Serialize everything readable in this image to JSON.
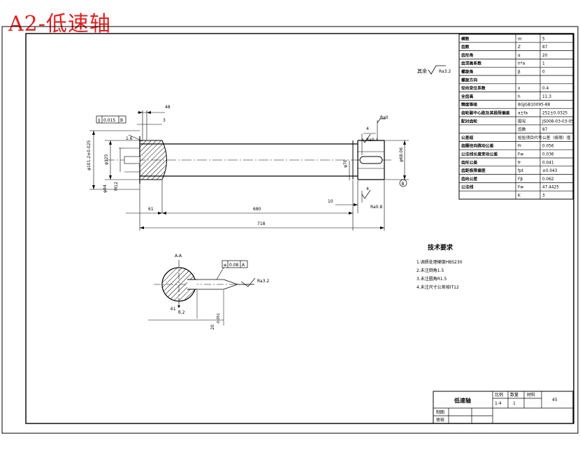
{
  "title": "A2-低速轴",
  "params": {
    "rows": [
      {
        "name": "模数",
        "symbol": "m",
        "value": "5"
      },
      {
        "name": "齿数",
        "symbol": "Z",
        "value": "87"
      },
      {
        "name": "齿形角",
        "symbol": "α",
        "value": "20"
      },
      {
        "name": "齿顶高系数",
        "symbol": "h*a",
        "value": "1"
      },
      {
        "name": "螺旋角",
        "symbol": "β",
        "value": "0"
      },
      {
        "name": "螺旋方向",
        "symbol": "",
        "value": ""
      },
      {
        "name": "径向变位系数",
        "symbol": "x",
        "value": "0.4"
      },
      {
        "name": "全齿高",
        "symbol": "h",
        "value": "11.3"
      },
      {
        "name": "精度等级",
        "symbol": "",
        "value": "8GJGB10095-88"
      },
      {
        "name": "齿轮副中心距及其极限偏差",
        "symbol": "a±fa",
        "value": "252±0.0325"
      },
      {
        "name": "配对齿轮",
        "symbol": "图号",
        "value": "JS008-03-03-05"
      },
      {
        "name": "",
        "symbol": "齿数",
        "value": "87"
      },
      {
        "name": "公差组",
        "symbol": "检验项目代号",
        "value": "公差（极限）值"
      },
      {
        "name": "齿圈径向跳动公差",
        "symbol": "Fr",
        "value": "0.056"
      },
      {
        "name": "公法线长度变动公差",
        "symbol": "Fw",
        "value": "0.036"
      },
      {
        "name": "齿形公差",
        "symbol": "fr",
        "value": "0.041"
      },
      {
        "name": "齿距极限偏差",
        "symbol": "fpt",
        "value": "±0.043"
      },
      {
        "name": "齿向公差",
        "symbol": "Fβ",
        "value": "0.062"
      },
      {
        "name": "公法线",
        "symbol": "Fw",
        "value": "47.4425"
      },
      {
        "name": "",
        "symbol": "K",
        "value": "3"
      }
    ]
  },
  "roughness_general": {
    "prefix": "其余",
    "value": "Ra3.2"
  },
  "tech_requirements": {
    "title": "技术要求",
    "items": [
      "1.调质处理硬度HBS230",
      "2.未注倒角1.5",
      "3.未注圆角R1.5",
      "4.未注尺寸公差按IT12"
    ]
  },
  "dims": {
    "tol_frame_sym": "∥",
    "tol_frame_val": "0.015",
    "tol_frame_ref": "B",
    "d_top_48": "48",
    "d_top_3": "3",
    "d_1_6": "1.6",
    "d_left_phi": "φ101.2±0.025",
    "d_phi125": "φ125",
    "d_phi84": "φ84",
    "d_m12": "M12",
    "d_phi70": "φ70",
    "d_right_phi": "φ68.06",
    "d_4": "4",
    "d_ra_top": "Ra0.4",
    "d_ra_rt": "Ra0",
    "d_4b": "4",
    "d_ra_mid": "Ra0.8",
    "d_10": "10",
    "d_61": "61",
    "d_680": "680",
    "d_718": "718",
    "circ_label": "B",
    "sec_label": "A-A",
    "sec_tol_sym": "≡",
    "sec_tol_val": "0.08",
    "sec_tol_ref": "A",
    "sec_ra": "Ra3.2",
    "sec_d1": "61",
    "sec_d2": "0.2",
    "sec_d3": "20",
    "sec_d4": "-0.051"
  },
  "title_block": {
    "part_name": "低速轴",
    "h_ratio": "比例",
    "h_qty": "数量",
    "h_mat": "材料",
    "ratio": "1:4",
    "qty": "1",
    "material": "45",
    "drawn": "制图",
    "checked": "审核"
  }
}
